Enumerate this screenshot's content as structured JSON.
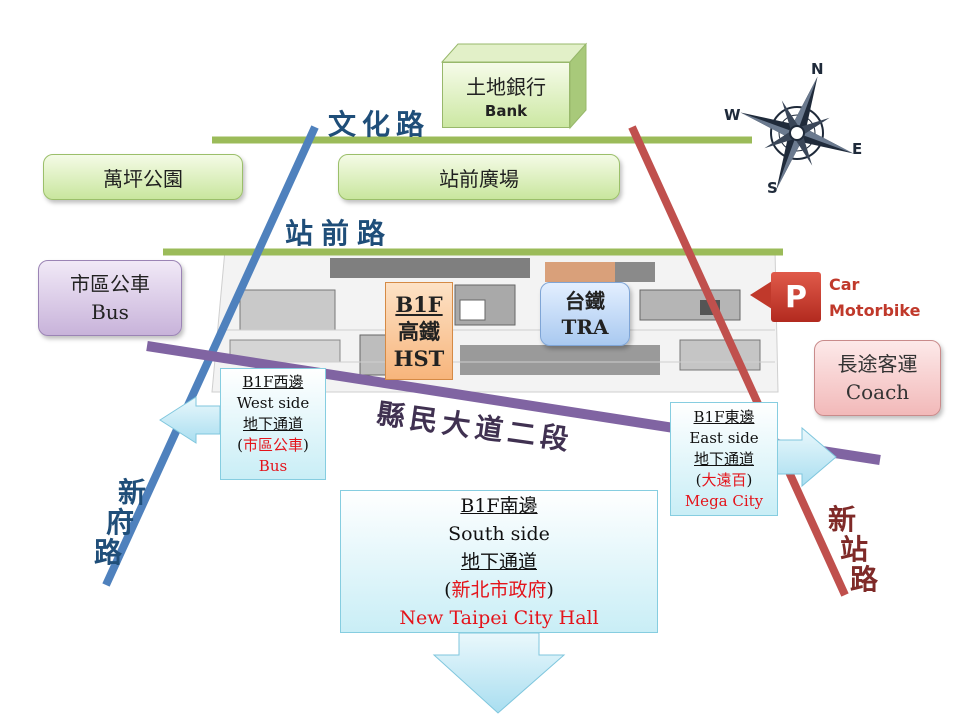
{
  "roads": {
    "wenhua": "文化路",
    "zhanqian": "站前路",
    "xianmin": "縣民大道二段",
    "xinfu": [
      "新",
      "府",
      "路"
    ],
    "xinzhan": [
      "新",
      "站",
      "路"
    ]
  },
  "landmarks": {
    "bank_zh": "土地銀行",
    "bank_en": "Bank",
    "park": "萬坪公園",
    "plaza": "站前廣場"
  },
  "bus": {
    "zh": "市區公車",
    "en": "Bus"
  },
  "coach": {
    "zh": "長途客運",
    "en": "Coach"
  },
  "parking": {
    "icon_letter": "P",
    "line1": "Car",
    "line2": "Motorbike"
  },
  "hst": {
    "floor": "B1F",
    "zh": "高鐵",
    "en": "HST"
  },
  "tra": {
    "zh": "台鐵",
    "en": "TRA"
  },
  "west_exit": {
    "floor": "B1F西邊",
    "side": "West side",
    "passage": "地下通道",
    "dest_zh": "市區公車",
    "dest_en": "Bus"
  },
  "east_exit": {
    "floor": "B1F東邊",
    "side": "East side",
    "passage": "地下通道",
    "dest_zh": "大遠百",
    "dest_en": "Mega City"
  },
  "south_exit": {
    "floor": "B1F南邊",
    "side": "South side",
    "passage": "地下通道",
    "dest_zh": "新北市政府",
    "dest_en": "New Taipei City Hall"
  },
  "compass": {
    "n": "N",
    "s": "S",
    "e": "E",
    "w": "W"
  },
  "colors": {
    "green_road": "#9bbb59",
    "blue_road": "#4f81bd",
    "red_road": "#c0504d",
    "purple_road": "#8064a2",
    "parking_red": "#c0392b",
    "exit_red": "#e4141b"
  }
}
